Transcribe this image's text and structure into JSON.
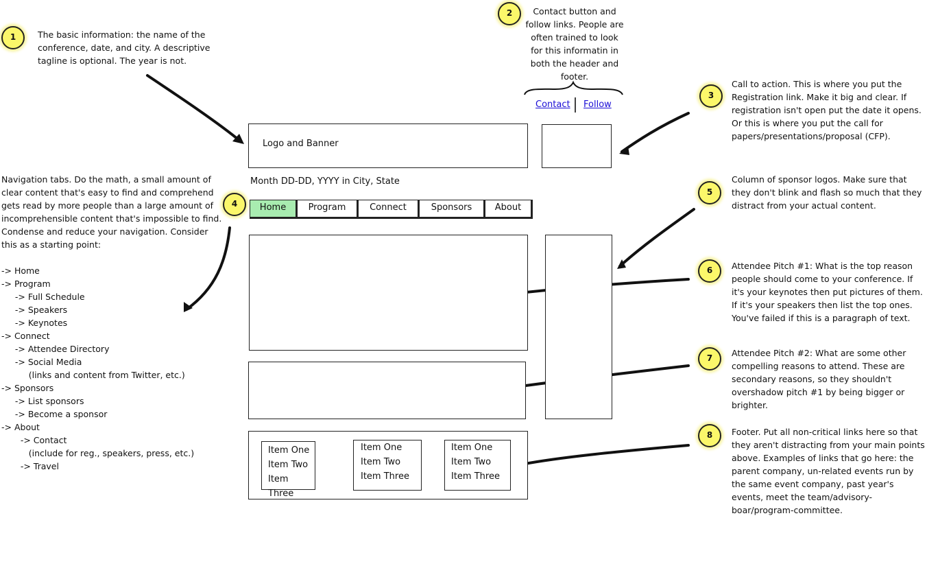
{
  "callouts": [
    {
      "number": "1",
      "text": "The basic information: the name of the conference, date, and city. A descriptive tagline is optional. The year is not."
    },
    {
      "number": "2",
      "text": "Contact button and follow links. People are often trained to look for this informatin in both the header and footer."
    },
    {
      "number": "3",
      "text": "Call to action. This is where you put the Registration link. Make it big and clear. If registration isn't open put the date it opens. Or this is where you put the call for papers/presentations/proposal (CFP)."
    },
    {
      "number": "4",
      "text": "Navigation tabs. Do the math, a small amount of clear content that's easy to find and comprehend gets read by more people than a large amount of incomprehensible content that's impossible to find. Condense and reduce your navigation. Consider this as a starting point:"
    },
    {
      "number": "5",
      "text": "Column of sponsor logos. Make sure that they don't blink and flash so much that they distract from your actual content."
    },
    {
      "number": "6",
      "text": "Attendee Pitch #1: What is the top reason people should come to your conference. If it's your keynotes then put pictures of them. If it's your speakers then list the top ones. You've failed if this is a paragraph of text."
    },
    {
      "number": "7",
      "text": "Attendee Pitch #2: What are some other compelling reasons to attend. These are secondary reasons, so they shouldn't overshadow pitch #1 by being bigger or brighter."
    },
    {
      "number": "8",
      "text": "Footer. Put all non-critical links here so that they aren't distracting from your main points above. Examples of links that go here: the parent company, un-related events run by the same event company, past year's events, meet the team/advisory-boar/program-committee."
    }
  ],
  "nav_outline": [
    "-> Home",
    "-> Program",
    "     -> Full Schedule",
    "     -> Speakers",
    "     -> Keynotes",
    "-> Connect",
    "     -> Attendee Directory",
    "     -> Social Media",
    "          (links and content from Twitter, etc.)",
    "-> Sponsors",
    "     -> List sponsors",
    "     -> Become a sponsor",
    "-> About",
    "       -> Contact",
    "          (include for reg., speakers, press, etc.)",
    "       -> Travel"
  ],
  "wireframe": {
    "header_links": {
      "contact": "Contact",
      "separator": "|",
      "follow": "Follow"
    },
    "banner_label": "Logo and Banner",
    "date_line": "Month DD-DD, YYYY in City, State",
    "tabs": [
      "Home",
      "Program",
      "Connect",
      "Sponsors",
      "About"
    ],
    "active_tab": "Home",
    "footer_columns": [
      [
        "Item One",
        "Item Two",
        "Item Three"
      ],
      [
        "Item One",
        "Item Two",
        "Item Three"
      ],
      [
        "Item One",
        "Item Two",
        "Item Three"
      ]
    ]
  },
  "colors": {
    "badge": "#fbf76a",
    "active_tab": "#a8ecb0",
    "link": "#1a0dd6"
  }
}
